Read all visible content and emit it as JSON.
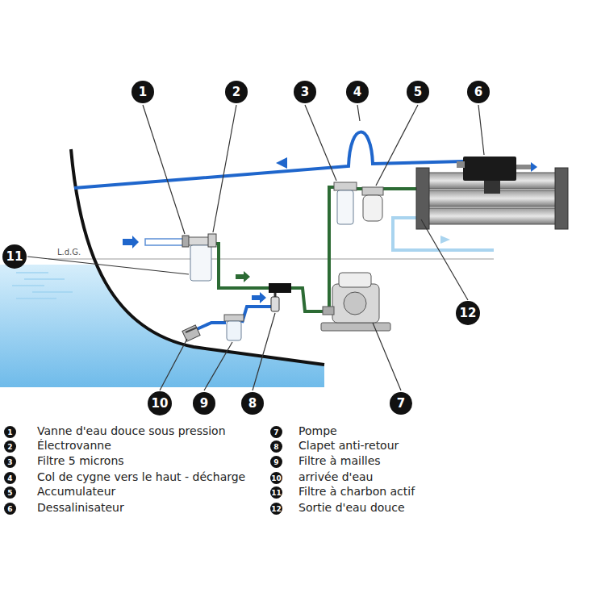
{
  "diagram": {
    "nodes": [
      {
        "text": [
          "1"
        ]
      },
      {
        "text": [
          "2"
        ]
      },
      {
        "text": [
          "3"
        ]
      },
      {
        "text": [
          "4"
        ]
      },
      {
        "text": [
          "5"
        ]
      },
      {
        "text": [
          "6"
        ]
      },
      {
        "text": [
          "7"
        ]
      },
      {
        "text": [
          "8"
        ]
      },
      {
        "text": [
          "9"
        ]
      },
      {
        "text": [
          "10"
        ]
      },
      {
        "text": [
          "11"
        ]
      },
      {
        "text": [
          "12"
        ]
      }
    ],
    "labels": [
      "L.d.G.",
      "1",
      "2",
      "3",
      "4",
      "5",
      "6",
      "7",
      "8",
      "9",
      "10",
      "11",
      "12"
    ],
    "legend": [
      {
        "text": "Vanne d'eau douce sous pression"
      },
      {
        "text": "Électrovanne"
      },
      {
        "text": "Filtre 5 microns"
      },
      {
        "text": "Col de cygne vers le haut - décharge"
      },
      {
        "text": "Accumulateur"
      },
      {
        "text": "Dessalinisateur"
      },
      {
        "text": "Pompe"
      },
      {
        "text": "Clapet anti-retour"
      },
      {
        "text": "Filtre à mailles"
      },
      {
        "text": "arrivée d'eau"
      },
      {
        "text": "Filtre à charbon actif"
      },
      {
        "text": "Sortie d'eau douce"
      }
    ]
  }
}
